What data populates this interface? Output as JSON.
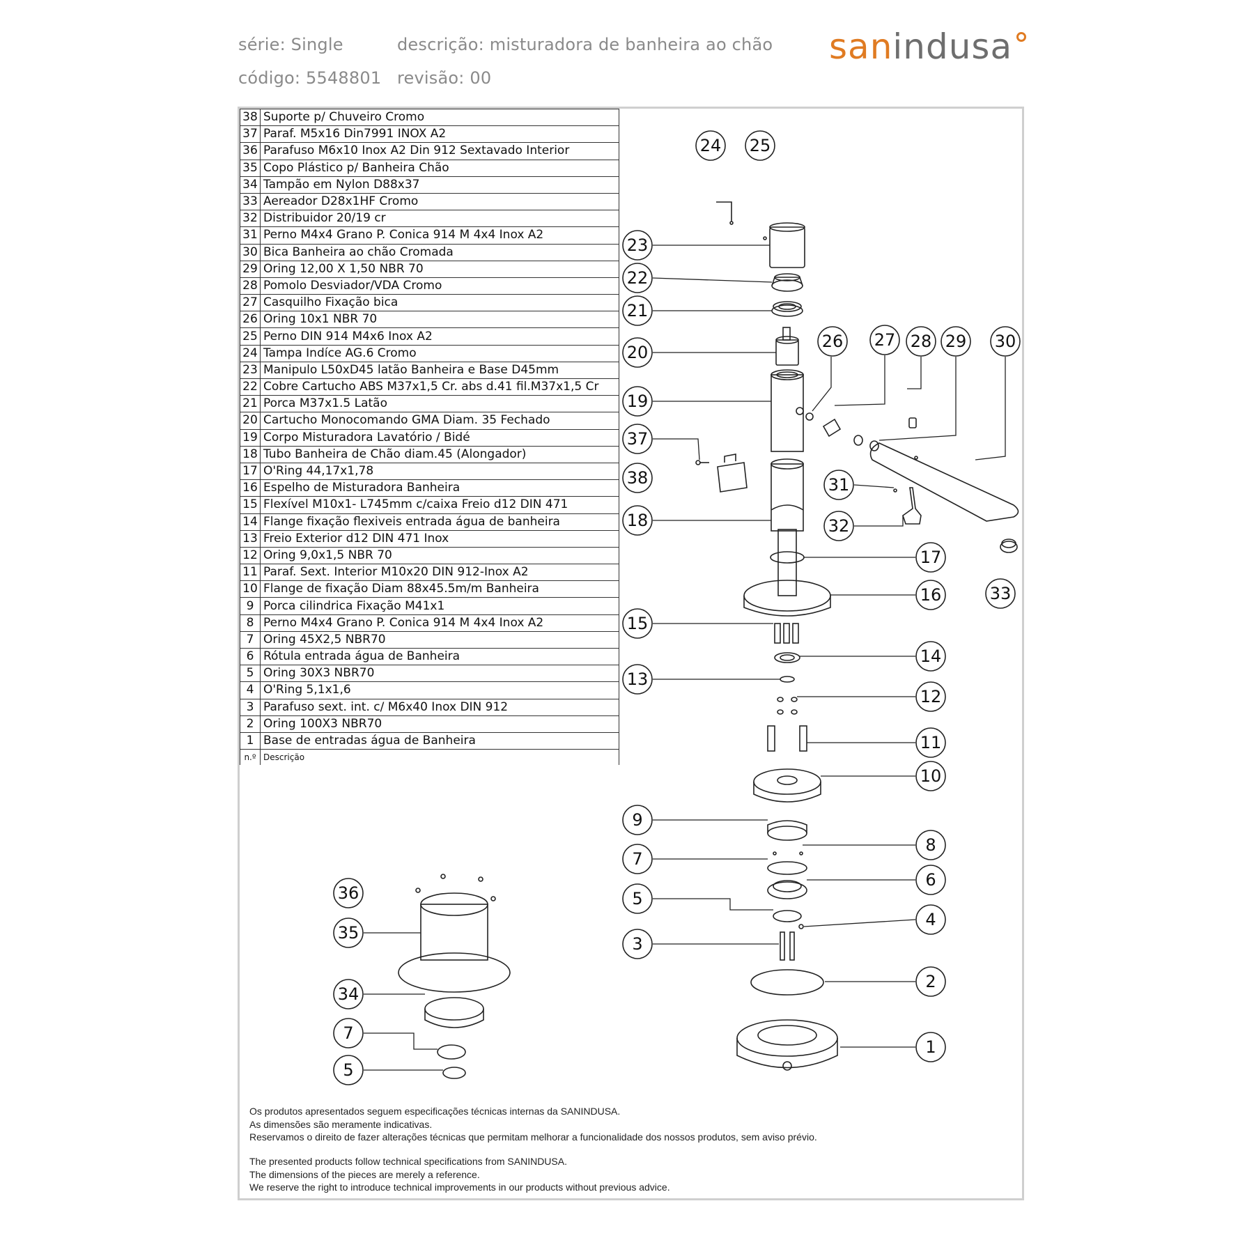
{
  "header": {
    "serie": "série: Single",
    "descricao": "descrição: misturadora de banheira ao chão",
    "codigo": "código: 5548801",
    "revisao": "revisão: 00"
  },
  "logo": {
    "part1": "san",
    "part2": "indusa",
    "accent": "#e07b22",
    "gray": "#6e6e6e"
  },
  "table": {
    "head_no": "n.º",
    "head_desc": "Descrição",
    "rows": [
      {
        "n": "38",
        "d": "Suporte p/ Chuveiro Cromo"
      },
      {
        "n": "37",
        "d": "Paraf. M5x16 Din7991 INOX A2"
      },
      {
        "n": "36",
        "d": "Parafuso M6x10 Inox A2 Din 912 Sextavado Interior"
      },
      {
        "n": "35",
        "d": "Copo Plástico p/ Banheira Chão"
      },
      {
        "n": "34",
        "d": "Tampão em Nylon D88x37"
      },
      {
        "n": "33",
        "d": "Aereador D28x1HF Cromo"
      },
      {
        "n": "32",
        "d": "Distribuidor 20/19 cr"
      },
      {
        "n": "31",
        "d": "Perno M4x4 Grano P. Conica 914 M 4x4 Inox A2"
      },
      {
        "n": "30",
        "d": "Bica Banheira ao chão Cromada"
      },
      {
        "n": "29",
        "d": "Oring 12,00 X 1,50 NBR 70"
      },
      {
        "n": "28",
        "d": "Pomolo Desviador/VDA Cromo"
      },
      {
        "n": "27",
        "d": "Casquilho Fixação bica"
      },
      {
        "n": "26",
        "d": "Oring 10x1 NBR 70"
      },
      {
        "n": "25",
        "d": "Perno DIN 914 M4x6 Inox A2"
      },
      {
        "n": "24",
        "d": "Tampa Indíce AG.6 Cromo"
      },
      {
        "n": "23",
        "d": "Manipulo L50xD45 latão Banheira e Base  D45mm"
      },
      {
        "n": "22",
        "d": "Cobre Cartucho ABS M37x1,5 Cr. abs d.41 fil.M37x1,5 Cr"
      },
      {
        "n": "21",
        "d": "Porca M37x1.5 Latão"
      },
      {
        "n": "20",
        "d": "Cartucho Monocomando GMA Diam. 35 Fechado"
      },
      {
        "n": "19",
        "d": "Corpo Misturadora Lavatório / Bidé"
      },
      {
        "n": "18",
        "d": "Tubo Banheira de Chão diam.45 (Alongador)"
      },
      {
        "n": "17",
        "d": "O'Ring 44,17x1,78"
      },
      {
        "n": "16",
        "d": "Espelho de Misturadora Banheira"
      },
      {
        "n": "15",
        "d": "Flexível M10x1-  L745mm c/caixa Freio d12 DIN 471"
      },
      {
        "n": "14",
        "d": "Flange fixação flexiveis entrada água de banheira"
      },
      {
        "n": "13",
        "d": "Freio Exterior d12 DIN 471 Inox"
      },
      {
        "n": "12",
        "d": "Oring 9,0x1,5 NBR 70"
      },
      {
        "n": "11",
        "d": "Paraf. Sext. Interior M10x20 DIN 912-Inox A2"
      },
      {
        "n": "10",
        "d": "Flange de fixação Diam 88x45.5m/m Banheira"
      },
      {
        "n": "9",
        "d": "Porca cilindrica Fixação M41x1"
      },
      {
        "n": "8",
        "d": "Perno M4x4 Grano P. Conica 914 M 4x4 Inox A2"
      },
      {
        "n": "7",
        "d": "Oring 45X2,5  NBR70"
      },
      {
        "n": "6",
        "d": "Rótula entrada água de Banheira"
      },
      {
        "n": "5",
        "d": "Oring 30X3  NBR70"
      },
      {
        "n": "4",
        "d": "O'Ring 5,1x1,6"
      },
      {
        "n": "3",
        "d": "Parafuso sext. int. c/ M6x40 Inox DIN 912"
      },
      {
        "n": "2",
        "d": "Oring 100X3  NBR70"
      },
      {
        "n": "1",
        "d": "Base de entradas água de Banheira"
      }
    ]
  },
  "callouts": [
    "1",
    "2",
    "3",
    "4",
    "5",
    "6",
    "7",
    "8",
    "9",
    "10",
    "11",
    "12",
    "13",
    "14",
    "15",
    "16",
    "17",
    "18",
    "19",
    "20",
    "21",
    "22",
    "23",
    "24",
    "25",
    "26",
    "27",
    "28",
    "29",
    "30",
    "31",
    "32",
    "33",
    "34",
    "35",
    "36",
    "37",
    "38",
    "7",
    "5"
  ],
  "footer": {
    "pt": [
      "Os produtos apresentados seguem especificações técnicas internas da SANINDUSA.",
      "As dimensões são meramente indicativas.",
      "Reservamos o direito de fazer alterações técnicas que permitam melhorar a funcionalidade dos nossos produtos, sem aviso prévio."
    ],
    "en": [
      "The presented products follow technical specifications from SANINDUSA.",
      "The dimensions of the pieces are merely a reference.",
      "We reserve the right to introduce technical improvements in our products without previous advice."
    ]
  }
}
